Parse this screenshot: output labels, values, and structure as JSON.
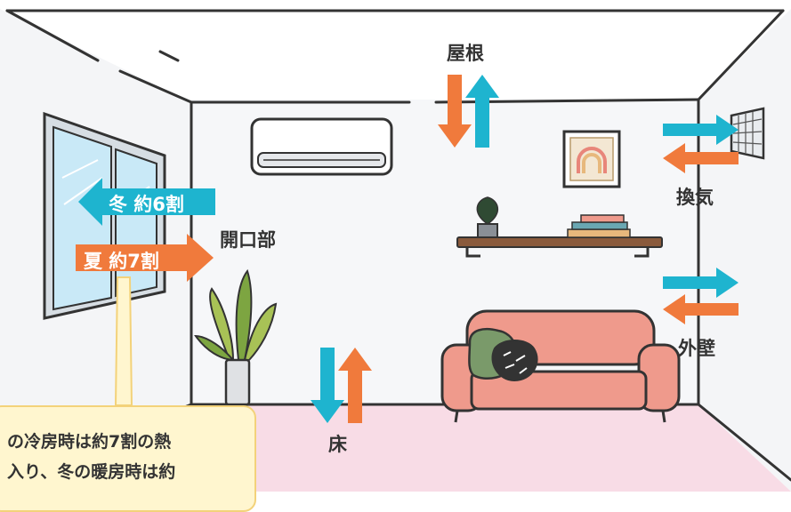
{
  "labels": {
    "roof": "屋根",
    "ventilation": "換気",
    "opening": "開口部",
    "outer_wall": "外壁",
    "floor": "床"
  },
  "window_arrows": {
    "winter": "冬 約6割",
    "summer": "夏 約7割"
  },
  "callout": {
    "line1": "の冷房時は約7割の熱",
    "line2": "入り、冬の暖房時は約"
  },
  "colors": {
    "heat_in": "#f07a3c",
    "heat_out": "#1eb4cf",
    "floor": "#f8dce6",
    "sofa": "#ef9a8c",
    "callout_bg": "#fff6cf",
    "callout_border": "#f3d27a",
    "outline": "#333333"
  },
  "icons": [
    "air-conditioner-icon",
    "window-icon",
    "vent-grille-icon",
    "plant-icon",
    "sofa-icon",
    "shelf-icon",
    "picture-frame-icon"
  ]
}
